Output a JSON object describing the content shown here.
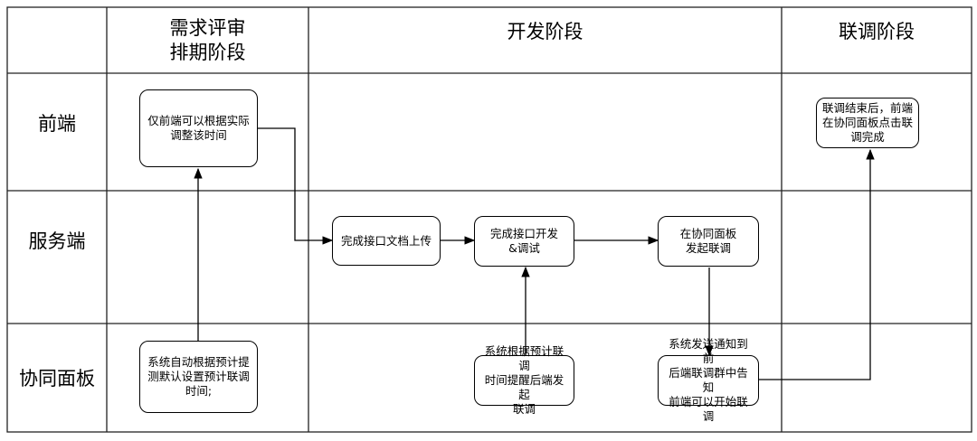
{
  "columns": [
    {
      "id": "review",
      "label": "需求评审\n排期阶段"
    },
    {
      "id": "dev",
      "label": "开发阶段"
    },
    {
      "id": "joint",
      "label": "联调阶段"
    }
  ],
  "lanes": [
    {
      "id": "frontend",
      "label": "前端"
    },
    {
      "id": "server",
      "label": "服务端"
    },
    {
      "id": "panel",
      "label": "协同面板"
    }
  ],
  "nodes": {
    "fe_adjust": "仅前端可以根据实际\n调整该时间",
    "auto_estimate": "系统自动根据预计提\n测默认设置预计联调\n时间;",
    "doc_upload": "完成接口文档上传",
    "api_dev": "完成接口开发\n&调试",
    "start_joint": "在协同面板\n发起联调",
    "remind_backend": "系统根据预计联调\n时间提醒后端发起\n联调",
    "notify_group": "系统发送通知到前\n后端联调群中告知\n前端可以开始联调",
    "joint_done": "联调结束后，前端\n在协同面板点击联\n调完成"
  }
}
